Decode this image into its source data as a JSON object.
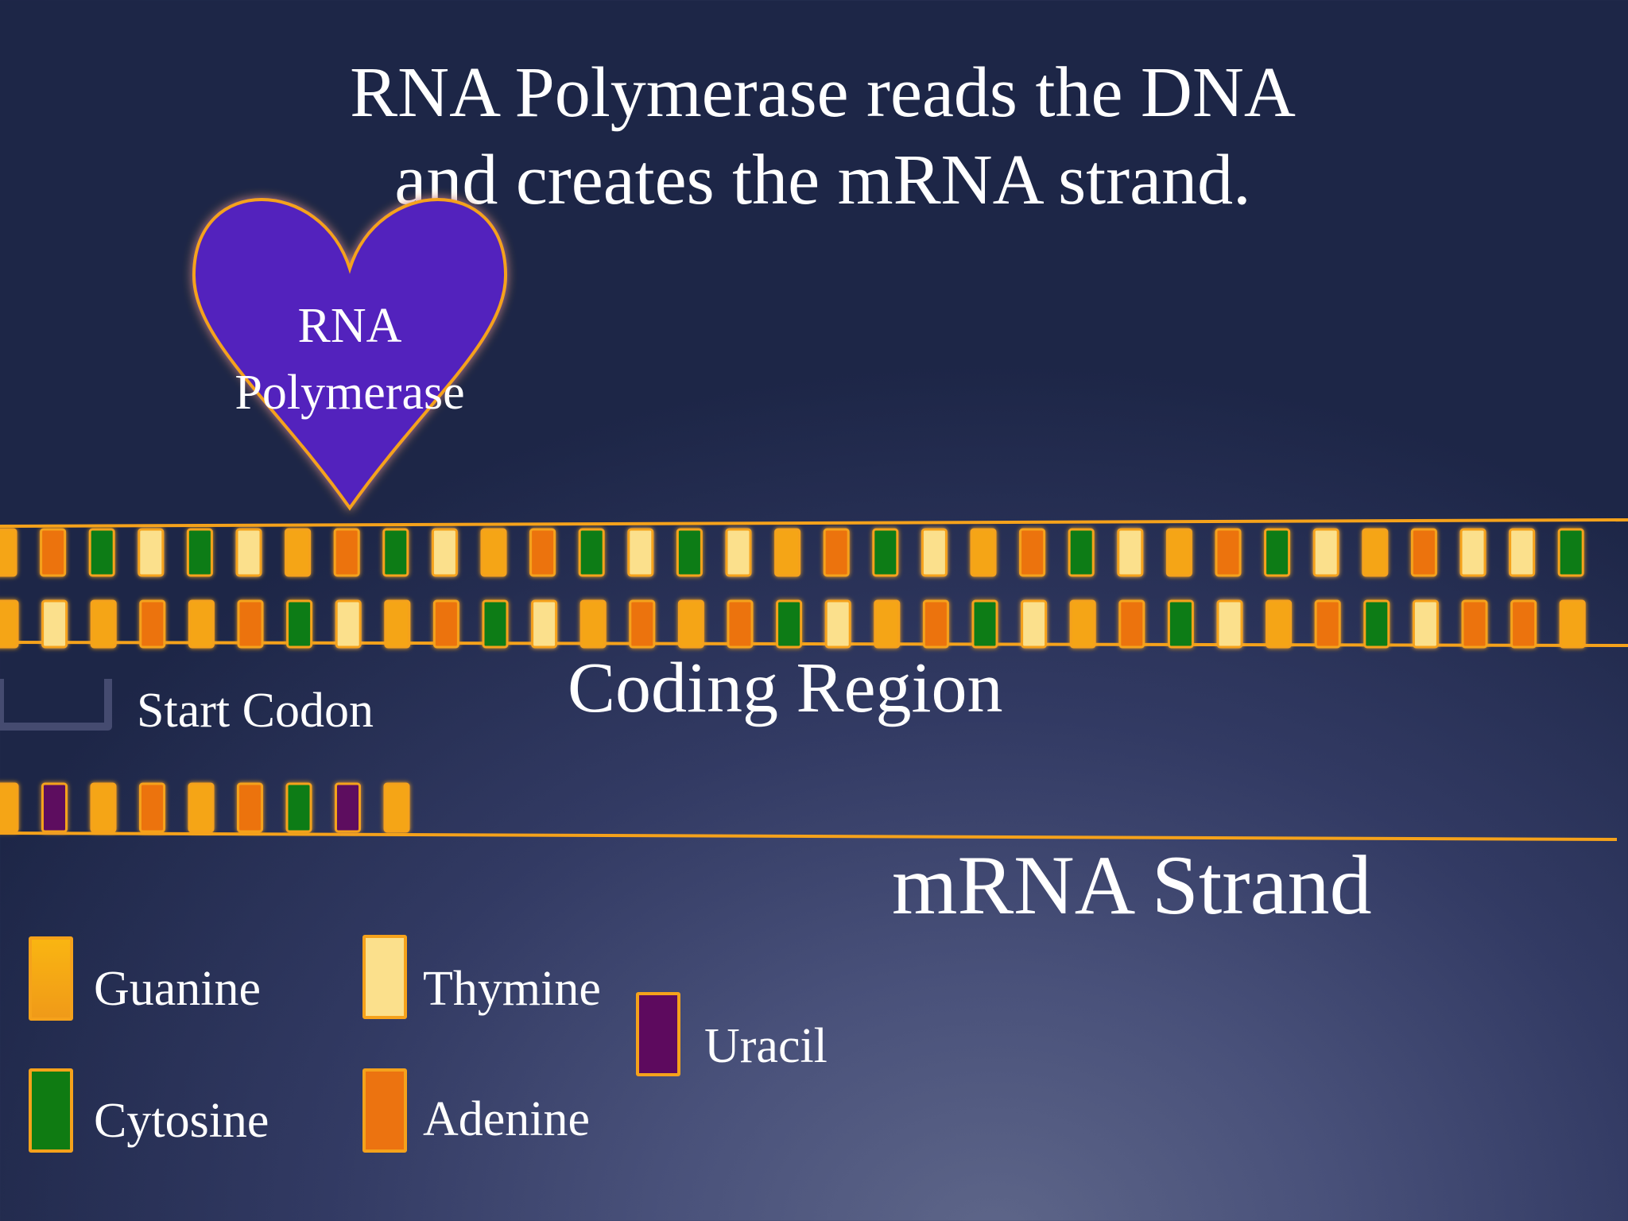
{
  "title": {
    "line1": "RNA Polymerase reads the DNA",
    "line2": "and creates the mRNA strand."
  },
  "polymerase": {
    "line1": "RNA",
    "line2": "Polymerase"
  },
  "labels": {
    "start_codon": "Start Codon",
    "coding_region": "Coding Region",
    "mrna_strand": "mRNA Strand"
  },
  "legend": [
    {
      "key": "guanine",
      "label": "Guanine",
      "color": "#f5a516"
    },
    {
      "key": "thymine",
      "label": "Thymine",
      "color": "#fbe08c"
    },
    {
      "key": "uracil",
      "label": "Uracil",
      "color": "#5d0a5e"
    },
    {
      "key": "cytosine",
      "label": "Cytosine",
      "color": "#0f7b12"
    },
    {
      "key": "adenine",
      "label": "Adenine",
      "color": "#ec7310"
    }
  ],
  "colors": {
    "outline": "#f5a21b",
    "heart_fill": "#5224bd",
    "bracket": "#454b70"
  },
  "top_strand": [
    "guanine",
    "adenine",
    "cytosine",
    "thymine",
    "cytosine",
    "thymine",
    "guanine",
    "adenine",
    "cytosine",
    "thymine",
    "guanine",
    "adenine",
    "cytosine",
    "thymine",
    "cytosine",
    "thymine",
    "guanine",
    "adenine",
    "cytosine",
    "thymine",
    "guanine",
    "adenine",
    "cytosine",
    "thymine",
    "guanine",
    "adenine",
    "cytosine",
    "thymine",
    "guanine",
    "adenine",
    "thymine",
    "thymine",
    "cytosine"
  ],
  "bottom_strand": [
    "guanine",
    "thymine",
    "guanine",
    "adenine",
    "guanine",
    "adenine",
    "cytosine",
    "thymine",
    "guanine",
    "adenine",
    "cytosine",
    "thymine",
    "guanine",
    "adenine",
    "guanine",
    "adenine",
    "cytosine",
    "thymine",
    "guanine",
    "adenine",
    "cytosine",
    "thymine",
    "guanine",
    "adenine",
    "cytosine",
    "thymine",
    "guanine",
    "adenine",
    "cytosine",
    "thymine",
    "adenine",
    "adenine",
    "guanine"
  ],
  "mrna_strand": [
    "guanine",
    "uracil",
    "guanine",
    "adenine",
    "guanine",
    "adenine",
    "cytosine",
    "uracil",
    "guanine"
  ]
}
